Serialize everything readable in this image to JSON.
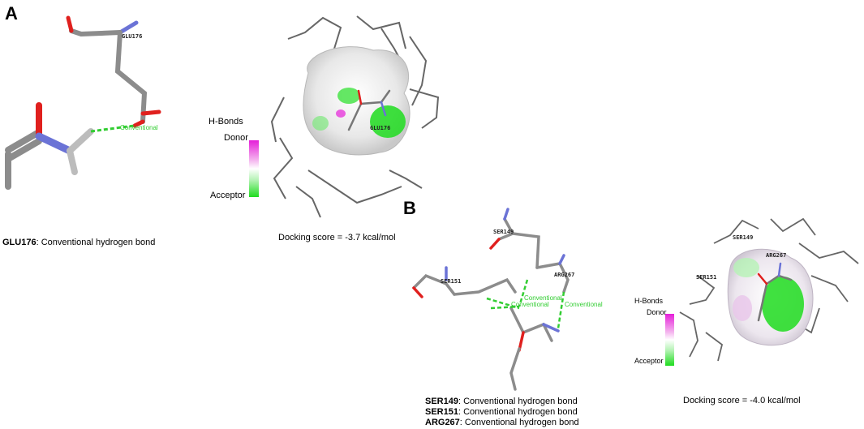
{
  "panels": [
    {
      "letter": "A",
      "residue_labels": [
        "GLU176"
      ],
      "hbond_labels": [
        "Conventional"
      ],
      "surface_residue_label": "GLU176",
      "legend": {
        "title": "H-Bonds",
        "top": "Donor",
        "bottom": "Acceptor"
      },
      "captions": [
        {
          "residue": "GLU176",
          "text": ": Conventional hydrogen bond"
        }
      ],
      "docking_score": "Docking score = -3.7 kcal/mol"
    },
    {
      "letter": "B",
      "residue_labels": [
        "SER149",
        "SER151",
        "ARG267"
      ],
      "hbond_labels": [
        "Conventional",
        "Conventional",
        "Conventional"
      ],
      "surface_residue_labels": [
        "SER149",
        "SER151",
        "ARG267"
      ],
      "legend": {
        "title": "H-Bonds",
        "top": "Donor",
        "bottom": "Acceptor"
      },
      "captions": [
        {
          "residue": "SER149",
          "text": ": Conventional hydrogen bond"
        },
        {
          "residue": "SER151",
          "text": ": Conventional hydrogen bond"
        },
        {
          "residue": "ARG267",
          "text": ": Conventional hydrogen bond"
        }
      ],
      "docking_score": "Docking score = -4.0 kcal/mol"
    }
  ],
  "colors": {
    "carbon": "#8c8c8c",
    "oxygen": "#e0201e",
    "nitrogen": "#6b73d6",
    "hydrogen_bond": "#32cd32",
    "donor": "#e51fd9",
    "acceptor": "#1fdc1f"
  }
}
